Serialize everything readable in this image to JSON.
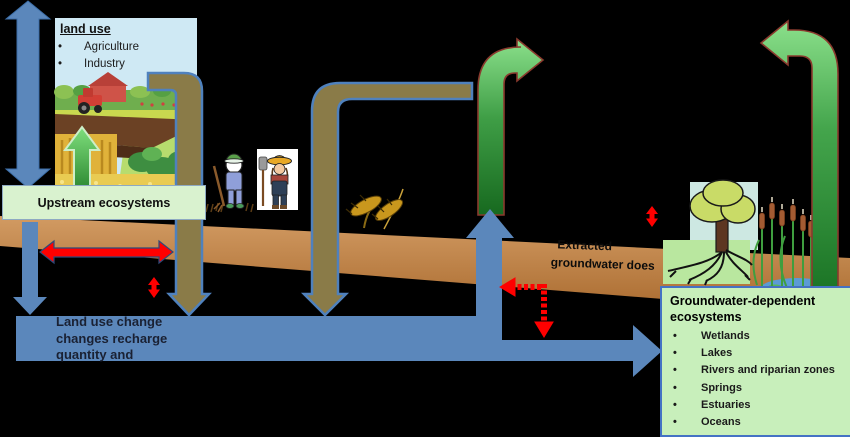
{
  "figure": {
    "land_use_box": {
      "title": "land use",
      "bullet": "•",
      "items": [
        "Agriculture",
        "Industry"
      ]
    },
    "upstream_box": {
      "label": "Upstream ecosystems"
    },
    "aquifer_label": {
      "line1": "Land use change",
      "line2": "changes recharge",
      "line3": "quantity and"
    },
    "extracted_label": {
      "line1": "Extracted",
      "line2": "groundwater does"
    },
    "gde_box": {
      "title_line1": "Groundwater-dependent",
      "title_line2": "ecosystems",
      "bullet": "•",
      "items": [
        "Wetlands",
        "Lakes",
        "Rivers and riparian zones",
        "Springs",
        "Estuaries",
        "Oceans"
      ]
    },
    "colors": {
      "accent_blue": "#5B87BB",
      "olive": "#8A7B48",
      "green_light": "#8BE08B",
      "green_dark": "#1E7A28",
      "red": "#FF0000",
      "ground_light": "#D29B63",
      "ground_dark": "#A96A2E",
      "gde_fill": "#C8EFBB",
      "upstream_fill": "#D9F2CF",
      "sky_fill": "#CFE9F4"
    }
  }
}
